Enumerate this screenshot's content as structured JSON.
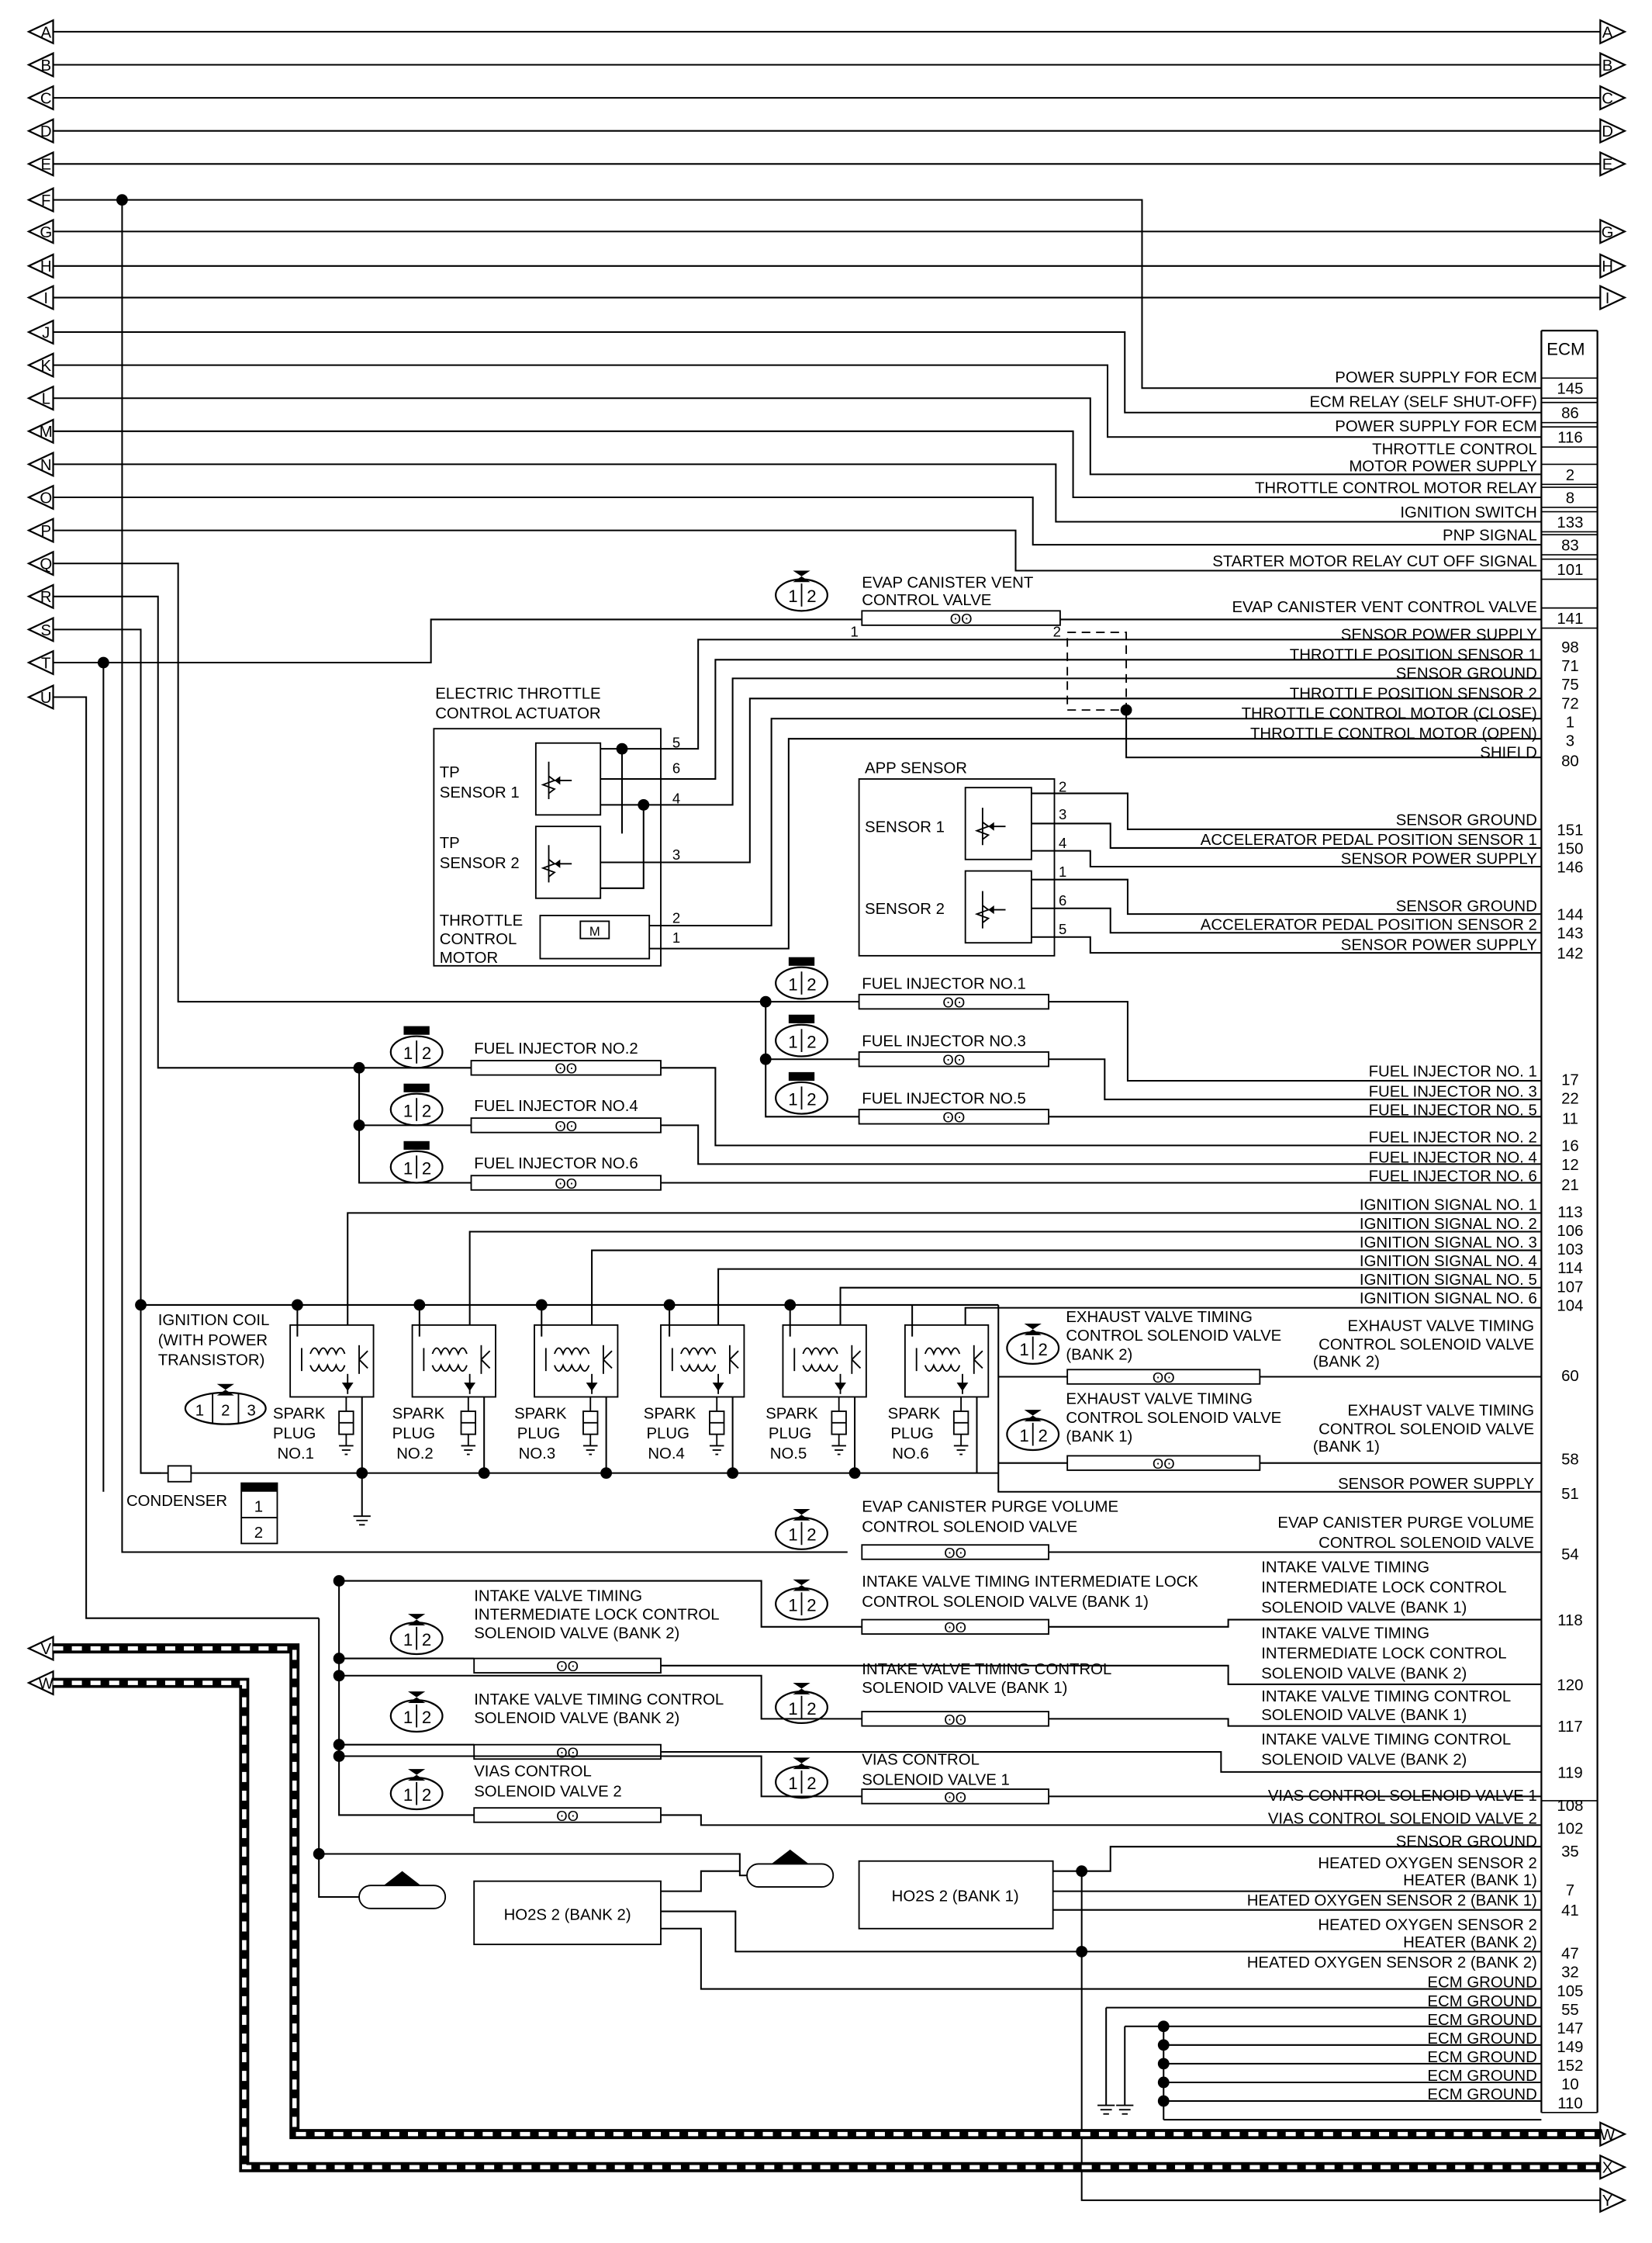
{
  "ecm_title": "ECM",
  "connectors_left": [
    "A",
    "B",
    "C",
    "D",
    "E",
    "F",
    "G",
    "H",
    "I",
    "J",
    "K",
    "L",
    "M",
    "N",
    "O",
    "P",
    "Q",
    "R",
    "S",
    "T",
    "U",
    "V",
    "W"
  ],
  "connectors_right": [
    "A",
    "B",
    "C",
    "D",
    "E",
    "G",
    "H",
    "I",
    "W",
    "X",
    "Y"
  ],
  "ecm_terminals": [
    {
      "label": "POWER SUPPLY FOR ECM",
      "pin": "145"
    },
    {
      "label": "ECM RELAY (SELF SHUT-OFF)",
      "pin": "86"
    },
    {
      "label": "POWER SUPPLY FOR ECM",
      "pin": "116"
    },
    {
      "label": "THROTTLE  CONTROL",
      "label2": "MOTOR POWER SUPPLY",
      "pin": "2"
    },
    {
      "label": "THROTTLE CONTROL MOTOR RELAY",
      "pin": "8"
    },
    {
      "label": "IGNITION SWITCH",
      "pin": "133"
    },
    {
      "label": "PNP SIGNAL",
      "pin": "83"
    },
    {
      "label": "STARTER MOTOR RELAY CUT OFF SIGNAL",
      "pin": "101"
    },
    {
      "label": "EVAP CANISTER VENT CONTROL VALVE",
      "pin": "141"
    },
    {
      "label": "SENSOR POWER SUPPLY",
      "pin": "98"
    },
    {
      "label": "THROTTLE POSITION SENSOR 1",
      "pin": "71"
    },
    {
      "label": "SENSOR GROUND",
      "pin": "75"
    },
    {
      "label": "THROTTLE POSITION SENSOR 2",
      "pin": "72"
    },
    {
      "label": "THROTTLE CONTROL MOTOR (CLOSE)",
      "pin": "1"
    },
    {
      "label": "THROTTLE CONTROL MOTOR (OPEN)",
      "pin": "3"
    },
    {
      "label": "SHIELD",
      "pin": "80"
    },
    {
      "label": "SENSOR GROUND",
      "pin": "151"
    },
    {
      "label": "ACCELERATOR PEDAL POSITION SENSOR 1",
      "pin": "150"
    },
    {
      "label": "SENSOR POWER SUPPLY",
      "pin": "146"
    },
    {
      "label": "SENSOR GROUND",
      "pin": "144"
    },
    {
      "label": "ACCELERATOR PEDAL POSITION SENSOR 2",
      "pin": "143"
    },
    {
      "label": "SENSOR POWER SUPPLY",
      "pin": "142"
    },
    {
      "label": "FUEL INJECTOR NO. 1",
      "pin": "17"
    },
    {
      "label": "FUEL INJECTOR NO. 3",
      "pin": "22"
    },
    {
      "label": "FUEL INJECTOR NO. 5",
      "pin": "11"
    },
    {
      "label": "FUEL INJECTOR NO. 2",
      "pin": "16"
    },
    {
      "label": "FUEL INJECTOR NO. 4",
      "pin": "12"
    },
    {
      "label": "FUEL INJECTOR NO. 6",
      "pin": "21"
    },
    {
      "label": "IGNITION SIGNAL NO. 1",
      "pin": "113"
    },
    {
      "label": "IGNITION SIGNAL NO. 2",
      "pin": "106"
    },
    {
      "label": "IGNITION SIGNAL NO. 3",
      "pin": "103"
    },
    {
      "label": "IGNITION SIGNAL NO. 4",
      "pin": "114"
    },
    {
      "label": "IGNITION SIGNAL NO. 5",
      "pin": "107"
    },
    {
      "label": "IGNITION SIGNAL NO. 6",
      "pin": "104"
    },
    {
      "label": "EXHAUST VALVE TIMING",
      "label2": "CONTROL SOLENOID VALVE",
      "label3": "(BANK 2)",
      "pin": "60"
    },
    {
      "label": "EXHAUST VALVE TIMING",
      "label2": "CONTROL SOLENOID VALVE",
      "label3": "(BANK 1)",
      "pin": "58"
    },
    {
      "label": "SENSOR POWER SUPPLY",
      "pin": "51"
    },
    {
      "label": "EVAP CANISTER PURGE VOLUME",
      "label2": "CONTROL SOLENOID VALVE",
      "pin": "54"
    },
    {
      "label": "INTAKE VALVE TIMING",
      "label2": "INTERMEDIATE LOCK CONTROL",
      "label3": "SOLENOID VALVE (BANK 1)",
      "pin": "118"
    },
    {
      "label": "INTAKE VALVE TIMING",
      "label2": "INTERMEDIATE LOCK CONTROL",
      "label3": "SOLENOID VALVE (BANK 2)",
      "pin": "120"
    },
    {
      "label": "INTAKE VALVE TIMING CONTROL",
      "label2": "SOLENOID VALVE (BANK 1)",
      "pin": "117"
    },
    {
      "label": "INTAKE VALVE TIMING CONTROL",
      "label2": "SOLENOID VALVE (BANK 2)",
      "pin": "119"
    },
    {
      "label": "VIAS CONTROL SOLENOID VALVE 1",
      "pin": "108"
    },
    {
      "label": "VIAS CONTROL SOLENOID VALVE 2",
      "pin": "102"
    },
    {
      "label": "SENSOR GROUND",
      "pin": "35"
    },
    {
      "label": "HEATED OXYGEN SENSOR 2",
      "label2": "HEATER (BANK 1)",
      "pin": "7"
    },
    {
      "label": "HEATED OXYGEN SENSOR 2 (BANK 1)",
      "pin": "41"
    },
    {
      "label": "HEATED OXYGEN SENSOR 2",
      "label2": "HEATER (BANK 2)",
      "pin": "47"
    },
    {
      "label": "HEATED OXYGEN SENSOR 2 (BANK 2)",
      "pin": "32"
    },
    {
      "label": "ECM GROUND",
      "pin": "105"
    },
    {
      "label": "ECM GROUND",
      "pin": "55"
    },
    {
      "label": "ECM GROUND",
      "pin": "147"
    },
    {
      "label": "ECM GROUND",
      "pin": "149"
    },
    {
      "label": "ECM GROUND",
      "pin": "152"
    },
    {
      "label": "ECM GROUND",
      "pin": "10"
    },
    {
      "label": "ECM GROUND",
      "pin": "110"
    }
  ],
  "components": {
    "evap_vent": {
      "l1": "EVAP CANISTER VENT",
      "l2": "CONTROL VALVE",
      "pin_a": "1",
      "pin_b": "2"
    },
    "etc": {
      "l1": "ELECTRIC THROTTLE",
      "l2": "CONTROL ACTUATOR",
      "tp1a": "TP",
      "tp1b": "SENSOR 1",
      "tp2a": "TP",
      "tp2b": "SENSOR 2",
      "m1": "THROTTLE",
      "m2": "CONTROL",
      "m3": "MOTOR",
      "motor": "M",
      "p5": "5",
      "p6": "6",
      "p4": "4",
      "p3": "3",
      "p2": "2",
      "p1": "1"
    },
    "app": {
      "title": "APP SENSOR",
      "s1": "SENSOR 1",
      "s2": "SENSOR 2",
      "p2": "2",
      "p3": "3",
      "p4": "4",
      "p1": "1",
      "p6": "6",
      "p5": "5"
    },
    "inj1": "FUEL INJECTOR NO.1",
    "inj3": "FUEL INJECTOR NO.3",
    "inj5": "FUEL INJECTOR NO.5",
    "inj2": "FUEL INJECTOR NO.2",
    "inj4": "FUEL INJECTOR NO.4",
    "inj6": "FUEL INJECTOR NO.6",
    "coil_l1": "IGNITION COIL",
    "coil_l2": "(WITH POWER",
    "coil_l3": "TRANSISTOR)",
    "spark": [
      "NO.1",
      "NO.2",
      "NO.3",
      "NO.4",
      "NO.5",
      "NO.6"
    ],
    "spark_a": "SPARK",
    "spark_b": "PLUG",
    "condenser": "CONDENSER",
    "evt2": {
      "l1": "EXHAUST VALVE TIMING",
      "l2": "CONTROL SOLENOID VALVE",
      "l3": "(BANK 2)"
    },
    "evt1": {
      "l1": "EXHAUST VALVE TIMING",
      "l2": "CONTROL SOLENOID VALVE",
      "l3": "(BANK 1)"
    },
    "purge": {
      "l1": "EVAP CANISTER PURGE VOLUME",
      "l2": "CONTROL SOLENOID VALVE"
    },
    "ivt_il1": {
      "l1": "INTAKE VALVE TIMING INTERMEDIATE LOCK",
      "l2": "CONTROL SOLENOID VALVE (BANK 1)"
    },
    "ivt_il2": {
      "l1": "INTAKE VALVE TIMING",
      "l2": "INTERMEDIATE LOCK CONTROL",
      "l3": "SOLENOID VALVE (BANK 2)"
    },
    "ivt1": {
      "l1": "INTAKE VALVE TIMING CONTROL",
      "l2": "SOLENOID VALVE (BANK 1)"
    },
    "ivt2": {
      "l1": "INTAKE VALVE TIMING CONTROL",
      "l2": "SOLENOID VALVE (BANK 2)"
    },
    "vias1": {
      "l1": "VIAS CONTROL",
      "l2": "SOLENOID VALVE 1"
    },
    "vias2": {
      "l1": "VIAS CONTROL",
      "l2": "SOLENOID VALVE 2"
    },
    "ho2s1": "HO2S 2 (BANK 1)",
    "ho2s2": "HO2S 2 (BANK 2)"
  }
}
